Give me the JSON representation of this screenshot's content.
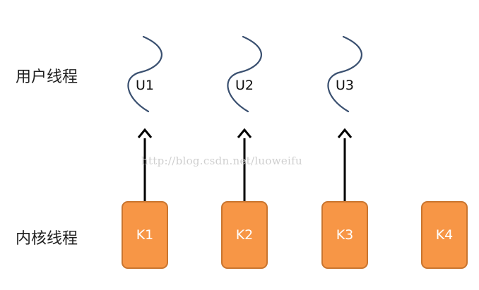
{
  "labels": {
    "user_threads": "用户线程",
    "kernel_threads": "内核线程"
  },
  "user_threads": [
    "U1",
    "U2",
    "U3"
  ],
  "kernel_threads": [
    "K1",
    "K2",
    "K3",
    "K4"
  ],
  "watermark": "http://blog.csdn.net/luoweifu",
  "colors": {
    "kernel_box_fill": "#f79646",
    "kernel_box_border": "#c9752f",
    "wave": "#3a5070",
    "arrow": "#000000"
  }
}
